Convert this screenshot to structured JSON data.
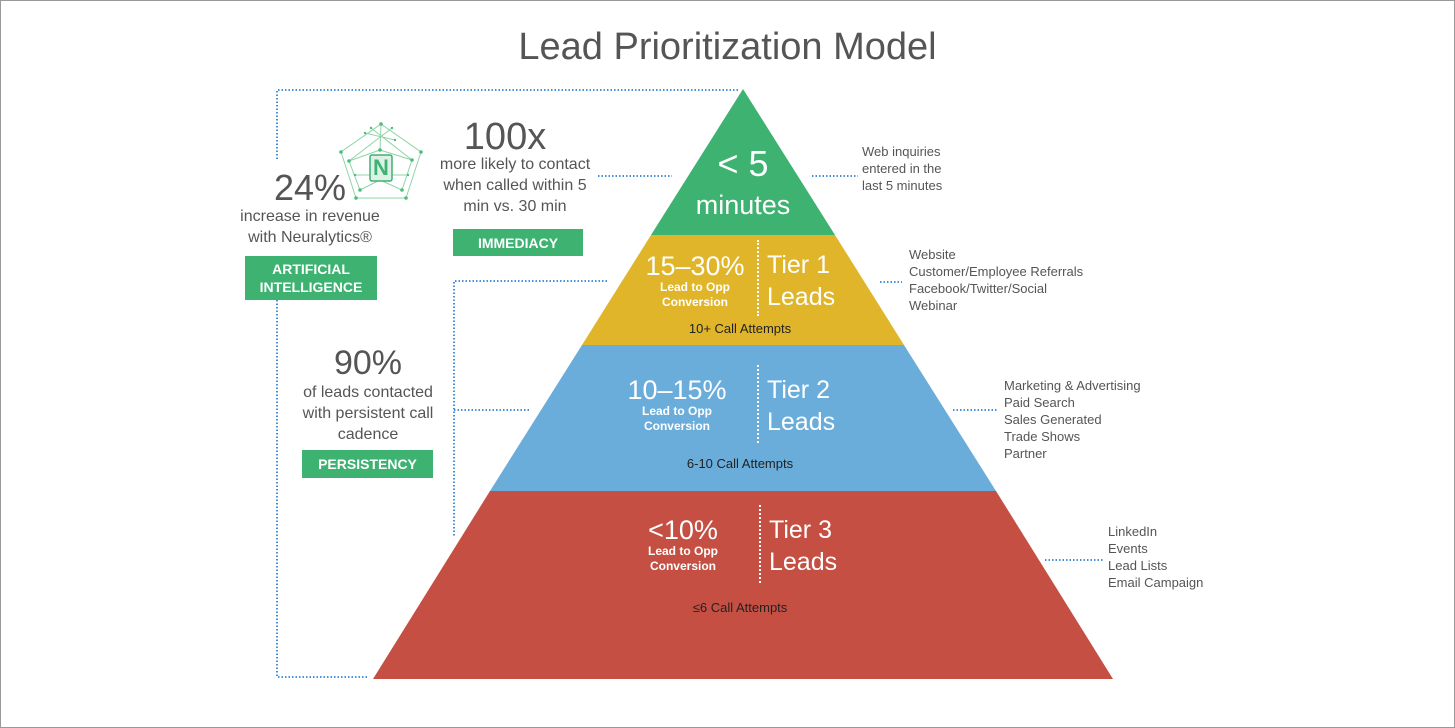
{
  "title": "Lead Prioritization Model",
  "colors": {
    "apex_green": "#3db271",
    "tier1_yellow": "#e0b52a",
    "tier2_blue": "#6aaddb",
    "tier3_red": "#c54f42",
    "badge_green": "#3db271",
    "connector_blue": "#4a90d9",
    "text_gray": "#555555"
  },
  "apex": {
    "value": "< 5",
    "unit": "minutes",
    "description": [
      "Web inquiries",
      "entered in the",
      "last 5 minutes"
    ]
  },
  "tiers": [
    {
      "conversion": "15–30%",
      "conversion_label_1": "Lead to Opp",
      "conversion_label_2": "Conversion",
      "tier_label_1": "Tier 1",
      "tier_label_2": "Leads",
      "attempts": "10+ Call Attempts",
      "sources": [
        "Website",
        "Customer/Employee Referrals",
        "Facebook/Twitter/Social",
        "Webinar"
      ]
    },
    {
      "conversion": "10–15%",
      "conversion_label_1": "Lead to Opp",
      "conversion_label_2": "Conversion",
      "tier_label_1": "Tier 2",
      "tier_label_2": "Leads",
      "attempts": "6-10 Call Attempts",
      "sources": [
        "Marketing & Advertising",
        "Paid Search",
        "Sales Generated",
        "Trade Shows",
        "Partner"
      ]
    },
    {
      "conversion": "<10%",
      "conversion_label_1": "Lead to Opp",
      "conversion_label_2": "Conversion",
      "tier_label_1": "Tier 3",
      "tier_label_2": "Leads",
      "attempts": "≤6 Call Attempts",
      "sources": [
        "LinkedIn",
        "Events",
        "Lead Lists",
        "Email Campaign"
      ]
    }
  ],
  "callouts": {
    "ai": {
      "stat": "24%",
      "line1": "increase in revenue",
      "line2": "with Neuralytics®",
      "badge_line1": "ARTIFICIAL",
      "badge_line2": "INTELLIGENCE",
      "logo_letter": "N",
      "logo_icon": "neural-network-icon"
    },
    "immediacy": {
      "stat": "100x",
      "line1": "more likely to contact",
      "line2": "when called within 5",
      "line3": "min vs. 30 min",
      "badge": "IMMEDIACY"
    },
    "persistency": {
      "stat": "90%",
      "line1": "of leads contacted",
      "line2": "with persistent call",
      "line3": "cadence",
      "badge": "PERSISTENCY"
    }
  }
}
